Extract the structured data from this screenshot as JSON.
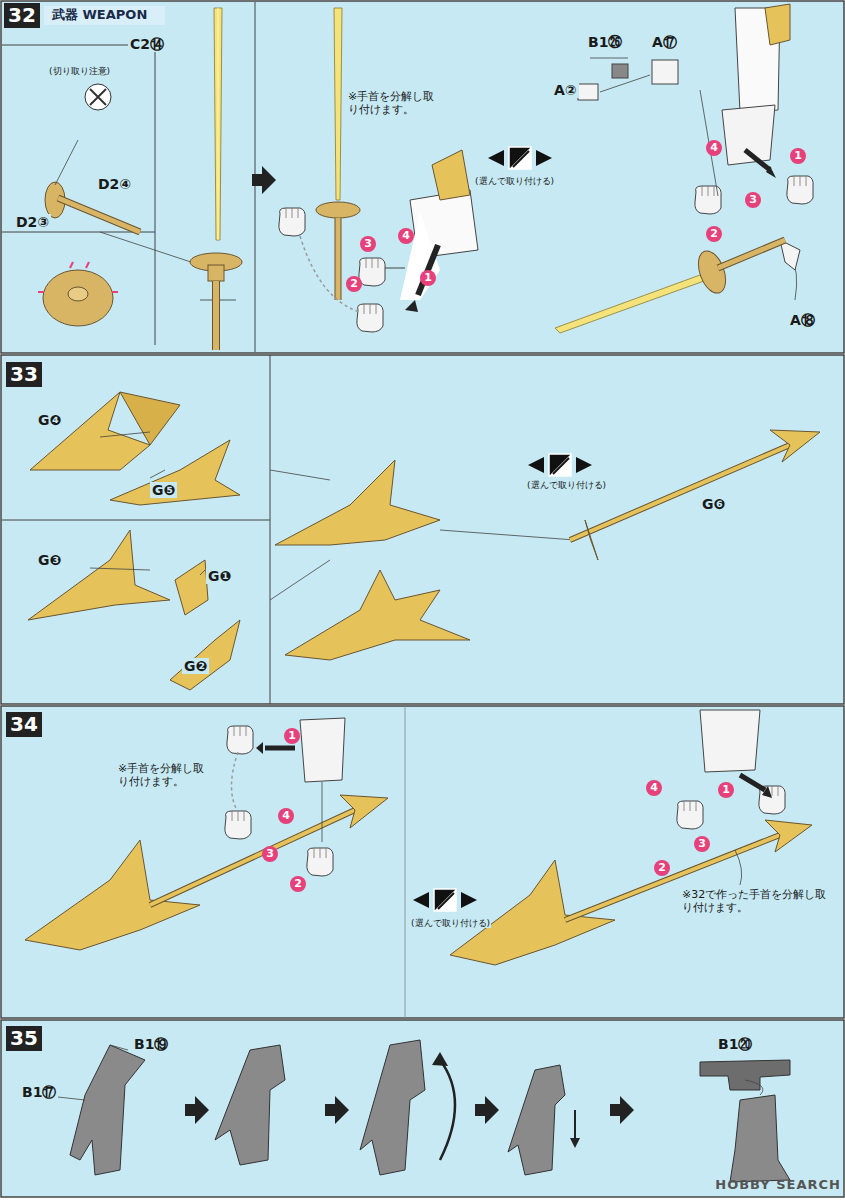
{
  "diagram": {
    "title": "武器 WEAPON",
    "labels": [
      "32",
      "(切り取り注意)",
      "D2④",
      "D2③",
      "C2⑭",
      "※手首を分解し取り付けます。",
      "3",
      "2",
      "4",
      "1",
      "(選んで取り付ける)",
      "B1㉖",
      "A⑰",
      "A②",
      "4",
      "1",
      "3",
      "2",
      "A⑱",
      "33",
      "G❹",
      "G❺",
      "G❸",
      "G❶",
      "G❷",
      "(選んで取り付ける)",
      "G❻",
      "34",
      "※手首を分解し取り付けます。",
      "1",
      "4",
      "3",
      "2",
      "(選んで取り付ける)",
      "4",
      "1",
      "3",
      "2",
      "※32で作った手首を分解し取り付けます。",
      "35",
      "B1⑲",
      "B1⑰",
      "B1⑳",
      "HOBBY SEARCH"
    ]
  }
}
